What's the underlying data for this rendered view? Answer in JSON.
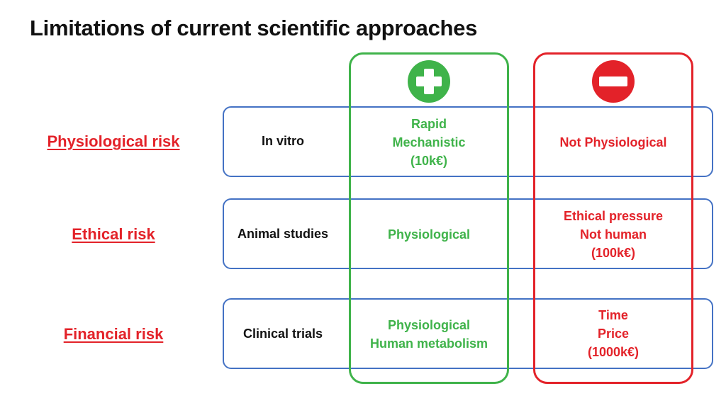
{
  "title": "Limitations of current scientific approaches",
  "columns": {
    "pros_icon": "plus-circle-icon",
    "cons_icon": "minus-circle-icon",
    "pros_color": "#3fb34a",
    "cons_color": "#e32229",
    "row_border_color": "#4472c4"
  },
  "rows": [
    {
      "risk": "Physiological risk",
      "approach": "In vitro",
      "pros": [
        "Rapid",
        "Mechanistic",
        "(10k€)"
      ],
      "cons": [
        "Not Physiological"
      ]
    },
    {
      "risk": "Ethical risk",
      "approach": "Animal studies",
      "pros": [
        "Physiological"
      ],
      "cons": [
        "Ethical pressure",
        "Not human",
        "(100k€)"
      ]
    },
    {
      "risk": "Financial risk",
      "approach": "Clinical trials",
      "pros": [
        "Physiological",
        "Human metabolism"
      ],
      "cons": [
        "Time",
        "Price",
        "(1000k€)"
      ]
    }
  ]
}
